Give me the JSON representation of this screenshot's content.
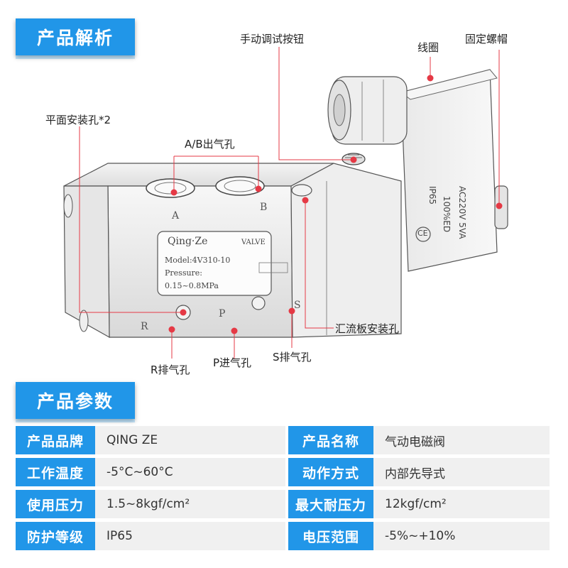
{
  "sections": {
    "analysis_title": "产品解析",
    "params_title": "产品参数"
  },
  "callouts": {
    "manual_button": "手动调试按钮",
    "coil": "线圈",
    "fixing_nut": "固定螺帽",
    "mount_holes": "平面安装孔*2",
    "ab_outlet": "A/B出气孔",
    "manifold_holes": "汇流板安装孔",
    "r_exhaust": "R排气孔",
    "p_inlet": "P进气孔",
    "s_exhaust": "S排气孔"
  },
  "product": {
    "brand_mark": "Qing·Ze",
    "valve_word": "VALVE",
    "model": "Model:4V310-10",
    "pressure_label": "Pressure:",
    "pressure_range": "0.15~0.8MPa",
    "port_a": "A",
    "port_b": "B",
    "port_r": "R",
    "port_p": "P",
    "port_s": "S",
    "coil_voltage": "AC220V  5VA",
    "coil_duty": "100%ED",
    "coil_ip": "IP65",
    "ce_mark": "CE"
  },
  "params": {
    "rows": [
      {
        "label_left": "产品品牌",
        "value_left": "QING ZE",
        "label_right": "产品名称",
        "value_right": "气动电磁阀"
      },
      {
        "label_left": "工作温度",
        "value_left": "-5°C~60°C",
        "label_right": "动作方式",
        "value_right": "内部先导式"
      },
      {
        "label_left": "使用压力",
        "value_left": "1.5~8kgf/cm²",
        "label_right": "最大耐压力",
        "value_right": "12kgf/cm²"
      },
      {
        "label_left": "防护等级",
        "value_left": "IP65",
        "label_right": "电压范围",
        "value_right": "-5%~+10%"
      }
    ]
  },
  "colors": {
    "accent": "#2196e8",
    "callout_dot": "#e53945",
    "callout_line": "#e53945",
    "value_bg": "#f0f0f0"
  }
}
